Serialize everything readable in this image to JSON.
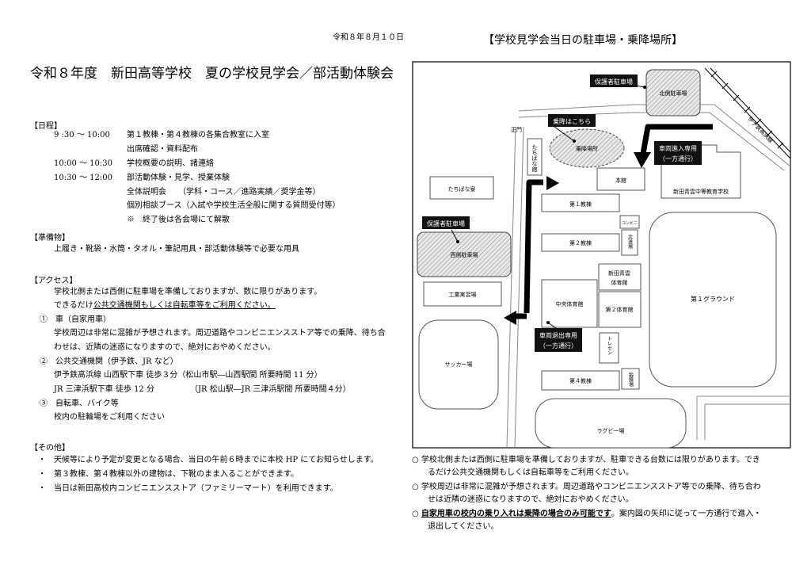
{
  "date": "令和８年８月１０日",
  "title": "令和８年度　新田高等学校　夏の学校見学会／部活動体験会",
  "schedule": {
    "heading": "【日程】",
    "rows": [
      {
        "time": "9 :30 ～ 10:00",
        "desc": "第１教棟・第４教棟の各集合教室に入室"
      },
      {
        "time": "",
        "desc": "出席確認・資料配布"
      },
      {
        "time": "10:00 ～ 10:30",
        "desc": "学校概要の説明、諸連絡"
      },
      {
        "time": "10:30 ～ 12:00",
        "desc": "部活動体験・見学、授業体験"
      },
      {
        "time": "",
        "desc": "全体説明会　　（学科・コース／進路実績／奨学金等）"
      },
      {
        "time": "",
        "desc": "個別相談ブース（入試や学校生活全般に関する質問受付等）"
      },
      {
        "time": "",
        "desc": "※　終了後は各会場にて解散"
      }
    ]
  },
  "items": {
    "heading": "【準備物】",
    "text": "上履き・靴袋・水筒・タオル・筆記用具・部活動体験等で必要な用具"
  },
  "access": {
    "heading": "【アクセス】",
    "intro1": "学校北側または西側に駐車場を準備しておりますが、数に限りがあります。",
    "intro2": "できるだけ公共交通機関もしくは自転車等をご利用ください。",
    "car_label": "①　車（自家用車）",
    "car_text1": "学校周辺は非常に混雑が予想されます。周辺道路やコンビニエンスストア等での乗降、待ち合",
    "car_text2": "わせは、近隣の迷惑になりますので、絶対におやめください。",
    "public_label": "②　公共交通機関（伊予鉄、JR など）",
    "public_text1": "伊予鉄高浜線  山西駅下車  徒歩３分（松山市駅―山西駅間  所要時間 11 分）",
    "public_text2": "JR 三津浜駅下車  徒歩 12 分",
    "public_text2b": "（JR 松山駅―JR 三津浜駅間  所要時間４分）",
    "bike_label": "③　自転車、バイク等",
    "bike_text": "校内の駐輪場をご利用ください"
  },
  "other": {
    "heading": "【その他】",
    "lines": [
      "・　天候等により予定が変更となる場合、当日の午前６時までに本校 HP にてお知らせします。",
      "・　第３教棟、第４教棟以外の建物は、下靴のまま入ることができます。",
      "・　当日は新田高校内コンビニエンスストア（ファミリーマート）を利用できます。"
    ]
  },
  "map": {
    "title": "【学校見学会当日の駐車場・乗降場所】",
    "labels": {
      "north_parking_tag": "保護者駐車場",
      "north_parking": "北側駐車場",
      "iyotetsu": "伊予鉄高浜線",
      "dropoff_tag": "乗降はこちら",
      "dropoff": "乗降場所",
      "gate": "正門",
      "tachibana_dojo": "たちばな館",
      "entry_tag1": "車両進入専用",
      "entry_tag2": "（一方通行）",
      "honkan": "本館",
      "junior_high": "新田青雲中等教育学校",
      "tachibana_dorm": "たちばな寮",
      "bldg1": "第１教棟",
      "conv": "コンビニ",
      "budo": "武道場",
      "west_parking_tag": "保護者駐車場",
      "west_parking": "西側駐車場",
      "bldg2": "第２教棟",
      "seiun_gym": "新田青雲",
      "seiun_gym2": "体育館",
      "workshop": "工業実習場",
      "central_gym": "中央体育館",
      "gym2": "第２体育館",
      "ground1": "第１グラウンド",
      "exit_tag1": "車両退出専用",
      "exit_tag2": "（一方通行）",
      "soccer": "サッカー場",
      "training": "トレセン",
      "bldg4": "第４教棟",
      "heavy": "鍛錬場",
      "rugby": "ラグビー場"
    }
  },
  "notes": {
    "n1a": "○  学校北側または西側に駐車場を準備しておりますが、駐車できる台数には限りがあります。でき",
    "n1b": "るだけ公共交通機関もしくは自転車等をご利用ください。",
    "n2a": "○  学校周辺は非常に混雑が予想されます。周辺道路やコンビニエンスストア等での乗降、待ち合わ",
    "n2b": "せは近隣の迷惑になりますので、絶対におやめください。",
    "n3_mark": "○  ",
    "n3_bold": "自家用車の校内の乗り入れは乗降の場合のみ可能です",
    "n3_rest": "。案内図の矢印に従って一方通行で進入・",
    "n3b": "退出してください。"
  }
}
